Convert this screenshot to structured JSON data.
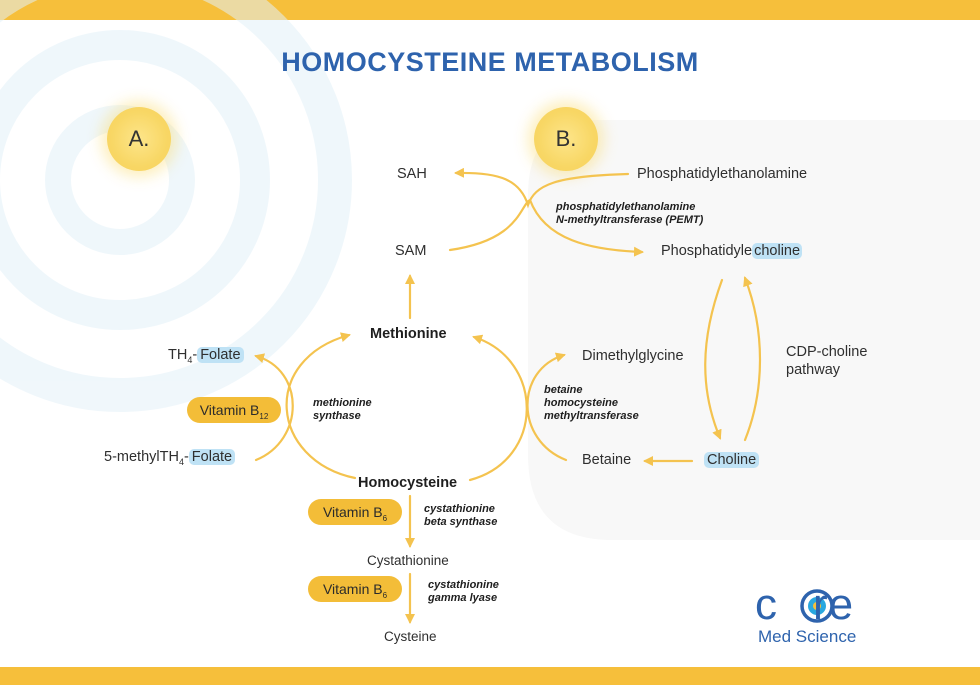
{
  "title": "HOMOCYSTEINE METABOLISM",
  "panels": {
    "a": "A.",
    "b": "B."
  },
  "colors": {
    "accent": "#f6bf3b",
    "arrow": "#f4c34f",
    "title": "#2e63ad",
    "highlight": "#bfe2f5"
  },
  "nodes": {
    "sah": "SAH",
    "sam": "SAM",
    "methionine": "Methionine",
    "homocysteine": "Homocysteine",
    "cystathionine": "Cystathionine",
    "cysteine": "Cysteine",
    "th4_prefix": "TH",
    "th4_sub": "4",
    "th4_dash": "-",
    "folate": "Folate",
    "methyl_prefix": "5-methylTH",
    "methyl_sub": "4",
    "methyl_dash": "-",
    "folate2": "Folate",
    "phosphatidylethanolamine": "Phosphatidylethanolamine",
    "phosphatidyl_prefix": "Phosphatidyle",
    "phosphatidyl_choline": "choline",
    "dimethylglycine": "Dimethylglycine",
    "betaine": "Betaine",
    "choline": "Choline",
    "cdp_line1": "CDP-choline",
    "cdp_line2": "pathway"
  },
  "enzymes": {
    "pemt_1": "phosphatidylethanolamine",
    "pemt_2": "N-methyltransferase (PEMT)",
    "ms_1": "methionine",
    "ms_2": "synthase",
    "bhmt_1": "betaine",
    "bhmt_2": "homocysteine",
    "bhmt_3": "methyltransferase",
    "cbs_1": "cystathionine",
    "cbs_2": "beta synthase",
    "cgl_1": "cystathionine",
    "cgl_2": "gamma lyase"
  },
  "vitamins": {
    "b12_main": "Vitamin B",
    "b12_sub": "12",
    "b6a_main": "Vitamin B",
    "b6a_sub": "6",
    "b6b_main": "Vitamin B",
    "b6b_sub": "6"
  },
  "logo": {
    "core_c": "c",
    "core_o": "o",
    "core_re": "re",
    "sub": "Med Science"
  }
}
